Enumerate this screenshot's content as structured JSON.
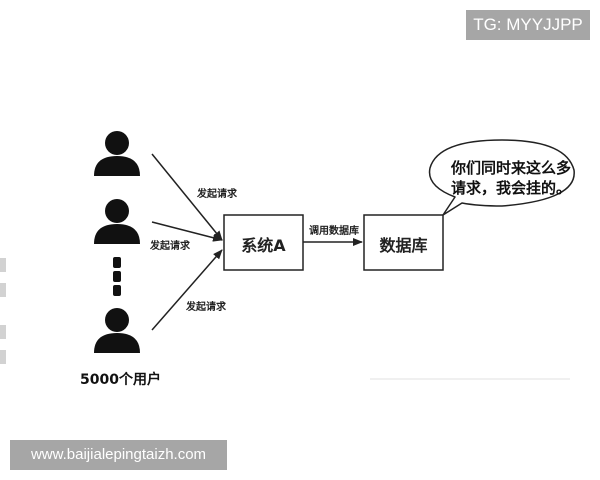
{
  "watermarks": {
    "top": "TG: MYYJJPP",
    "bottom": "www.baijialepingtaizh.com"
  },
  "diagram": {
    "users_label": "5000个用户",
    "request_labels": [
      "发起请求",
      "发起请求",
      "发起请求"
    ],
    "system_box": "系统A",
    "call_label": "调用数据库",
    "db_box": "数据库",
    "bubble": {
      "line1": "你们同时来这么多",
      "line2": "请求，我会挂的。"
    },
    "icons": [
      "user-icon",
      "user-icon",
      "ellipsis-vertical-icon",
      "user-icon"
    ],
    "colors": {
      "stroke": "#222222",
      "watermark_bg": "#a6a6a6",
      "watermark_text": "#ffffff"
    }
  }
}
